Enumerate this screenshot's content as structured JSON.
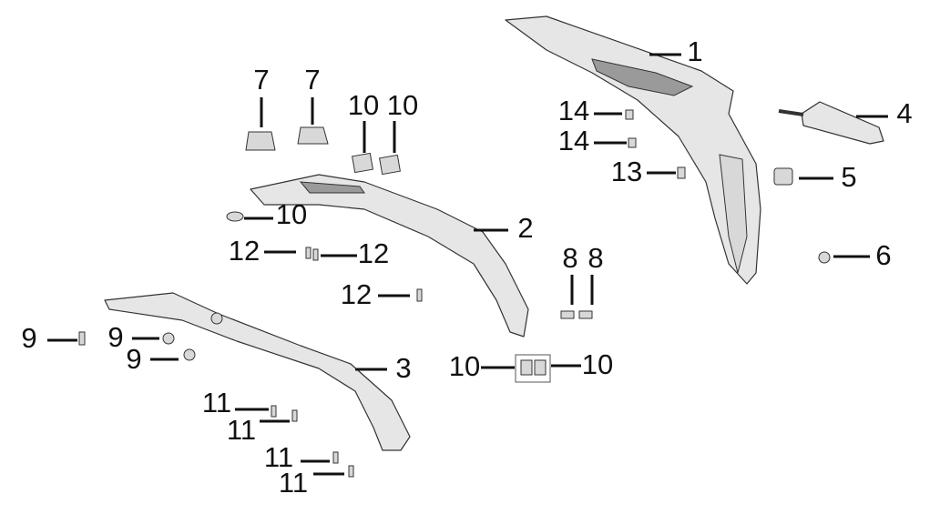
{
  "diagram": {
    "callouts": [
      "1",
      "4",
      "14",
      "14",
      "13",
      "5",
      "6",
      "7",
      "7",
      "10",
      "10",
      "10",
      "2",
      "12",
      "12",
      "12",
      "8",
      "8",
      "9",
      "9",
      "9",
      "3",
      "10",
      "10",
      "11",
      "11",
      "11",
      "11"
    ]
  }
}
